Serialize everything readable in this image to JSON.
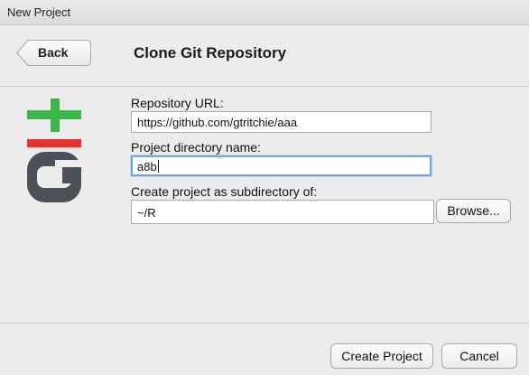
{
  "window": {
    "title": "New Project"
  },
  "header": {
    "back_label": "Back",
    "page_title": "Clone Git Repository"
  },
  "logo": {
    "icon": "git-logo-icon",
    "colors": {
      "plus": "#3cb54a",
      "bar": "#e1342f",
      "g": "#4b5157"
    }
  },
  "form": {
    "repo_url_label": "Repository URL:",
    "repo_url_value": "https://github.com/gtritchie/aaa",
    "dir_name_label": "Project directory name:",
    "dir_name_value": "a8b",
    "subdir_label": "Create project as subdirectory of:",
    "subdir_value": "~/R",
    "browse_label": "Browse..."
  },
  "footer": {
    "create_label": "Create Project",
    "cancel_label": "Cancel"
  }
}
